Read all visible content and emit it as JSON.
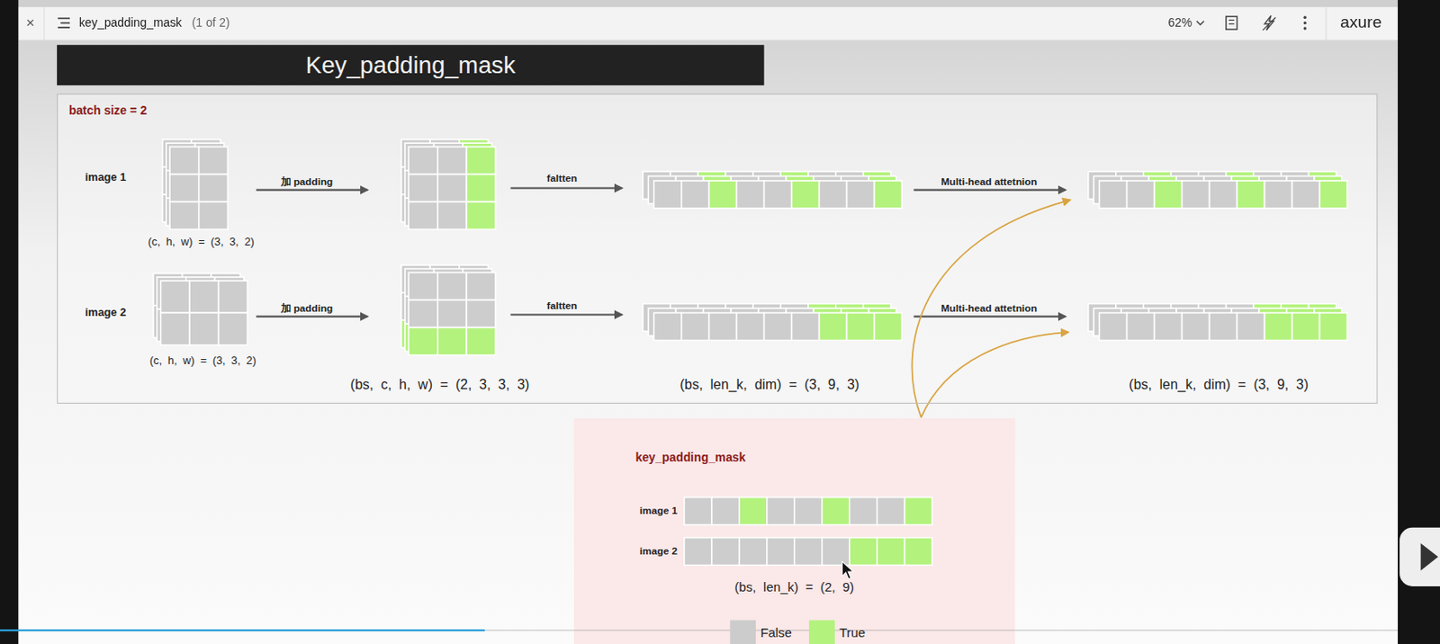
{
  "diagram": {
    "title": "Key_padding_mask",
    "nodes": [
      {
        "text": [
          "batch size = 2"
        ]
      },
      {
        "text": [
          "key_padding_mask"
        ]
      }
    ],
    "labels": [
      "×",
      "key_padding_mask",
      "(1 of 2)",
      "62%",
      "axure",
      "image 1",
      "加 padding",
      "faltten",
      "Multi-head attetnion",
      "(c, h, w) = (3, 3, 2)",
      "image 2",
      "加 padding",
      "faltten",
      "Multi-head attetnion",
      "(c, h, w) = (3, 3, 2)",
      "(bs, c, h, w) = (2, 3, 3, 3)",
      "(bs, len_k, dim) = (3, 9, 3)",
      "(bs, len_k, dim) = (3, 9, 3)",
      "image 1",
      "image 2",
      "(bs, len_k) = (2, 9)"
    ],
    "legend": [
      {
        "text": "False",
        "color": "#cccccc"
      },
      {
        "text": "True",
        "color": "#b3f27d"
      }
    ]
  }
}
